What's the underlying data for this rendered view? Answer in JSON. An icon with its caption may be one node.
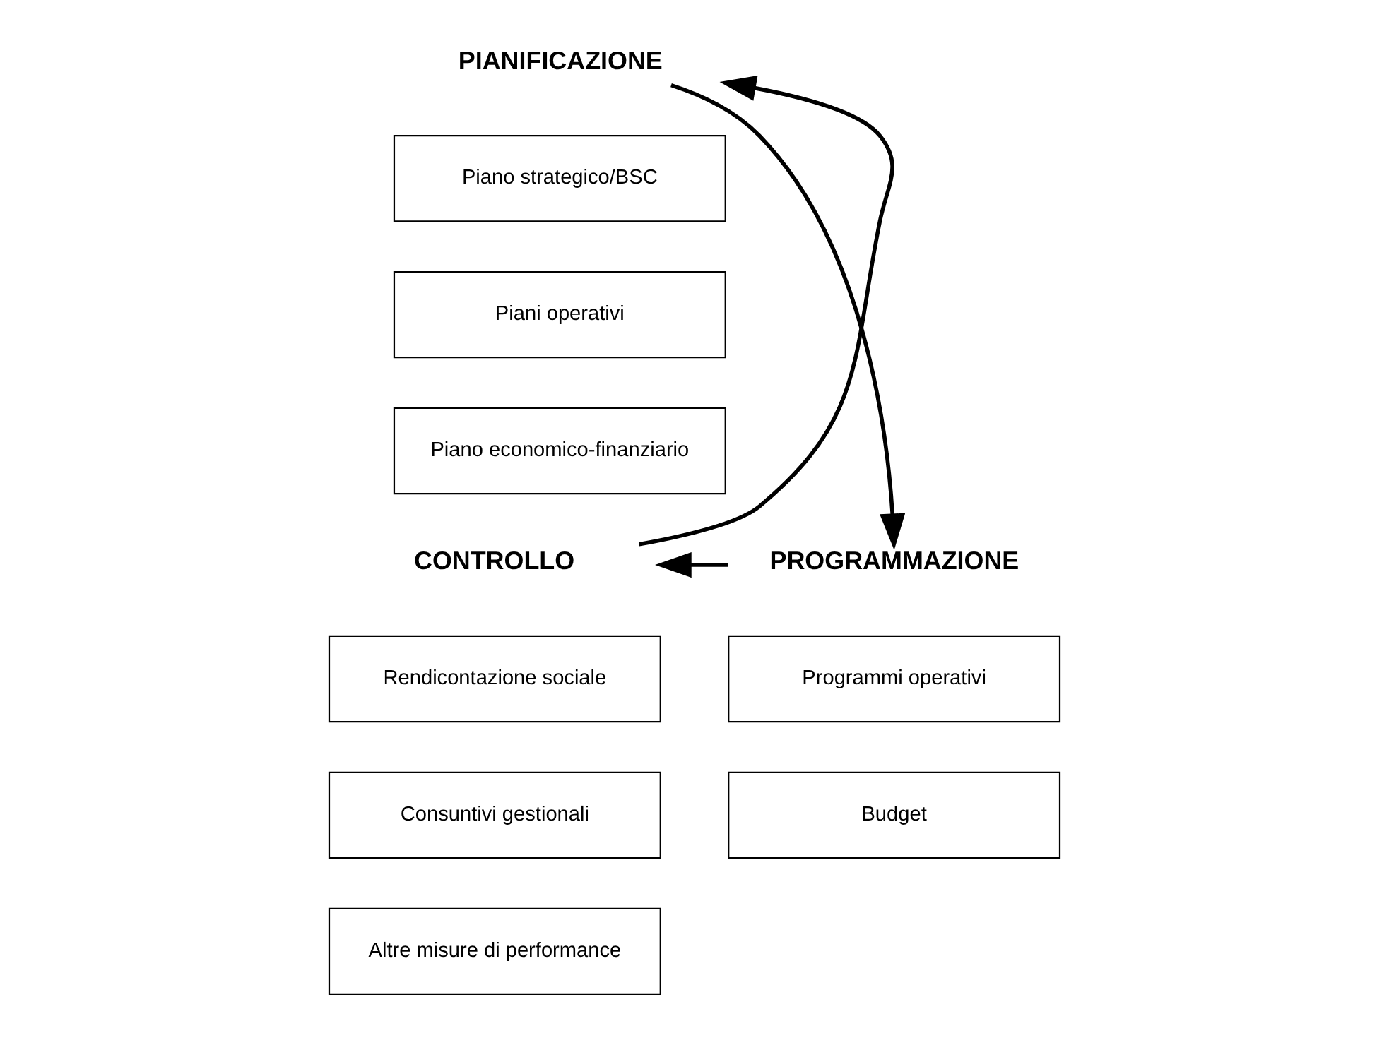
{
  "diagram": {
    "nodes": [
      {
        "text": [
          "PIANIFICAZIONE"
        ]
      },
      {
        "text": [
          "Piano strategico/BSC"
        ]
      },
      {
        "text": [
          "Piani operativi"
        ]
      },
      {
        "text": [
          "Piano economico-finanziario"
        ]
      },
      {
        "text": [
          "CONTROLLO"
        ]
      },
      {
        "text": [
          "Rendicontazione sociale"
        ]
      },
      {
        "text": [
          "Consuntivi gestionali"
        ]
      },
      {
        "text": [
          "Altre misure di performance"
        ]
      },
      {
        "text": [
          "PROGRAMMAZIONE"
        ]
      },
      {
        "text": [
          "Programmi operativi"
        ]
      },
      {
        "text": [
          "Budget"
        ]
      }
    ],
    "edges": [
      {
        "from": 0,
        "to": 8,
        "arrow": "to"
      },
      {
        "from": 8,
        "to": 4,
        "arrow": "to"
      },
      {
        "from": 4,
        "to": 0,
        "arrow": "to"
      }
    ]
  }
}
